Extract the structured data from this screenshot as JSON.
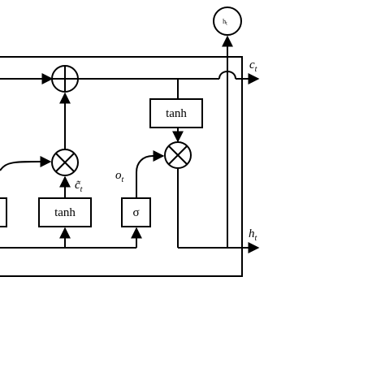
{
  "cell": {
    "tanh_box_output": "tanh",
    "tanh_box_candidate": "tanh",
    "sigma_box_output": "σ"
  },
  "labels": {
    "c_t_main": "c",
    "c_t_sub": "t",
    "h_t_main": "h",
    "h_t_sub": "t",
    "o_t_main": "o",
    "o_t_sub": "t",
    "c_tilde_main": "c̃",
    "c_tilde_sub": "t",
    "h_t_node_main": "h",
    "h_t_node_sub": "t"
  },
  "icons": {
    "add": "circle-plus-icon",
    "multiply": "circle-times-icon"
  }
}
